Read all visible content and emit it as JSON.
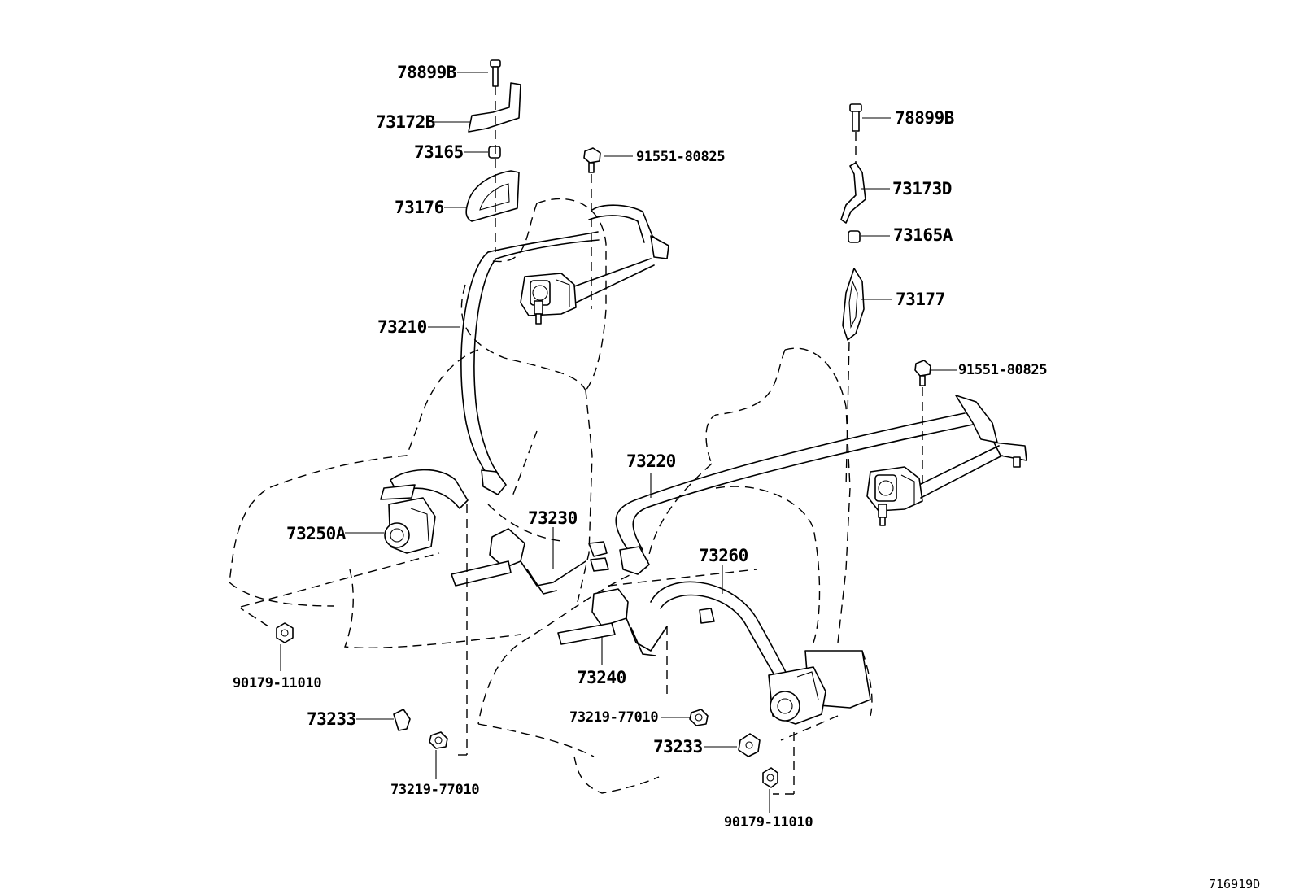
{
  "labels": {
    "l_78899B_left": "78899B",
    "l_73172B": "73172B",
    "l_73165": "73165",
    "l_73176": "73176",
    "l_91551_top": "91551-80825",
    "l_73210": "73210",
    "l_73250A": "73250A",
    "l_73230": "73230",
    "l_90179_left": "90179-11010",
    "l_73233_left": "73233",
    "l_73219_left": "73219-77010",
    "l_78899B_right": "78899B",
    "l_73173D": "73173D",
    "l_73165A": "73165A",
    "l_73177": "73177",
    "l_91551_right": "91551-80825",
    "l_73220": "73220",
    "l_73260": "73260",
    "l_73240": "73240",
    "l_73219_right": "73219-77010",
    "l_73233_right": "73233",
    "l_90179_right": "90179-11010"
  },
  "diagram_ref": "716919D"
}
